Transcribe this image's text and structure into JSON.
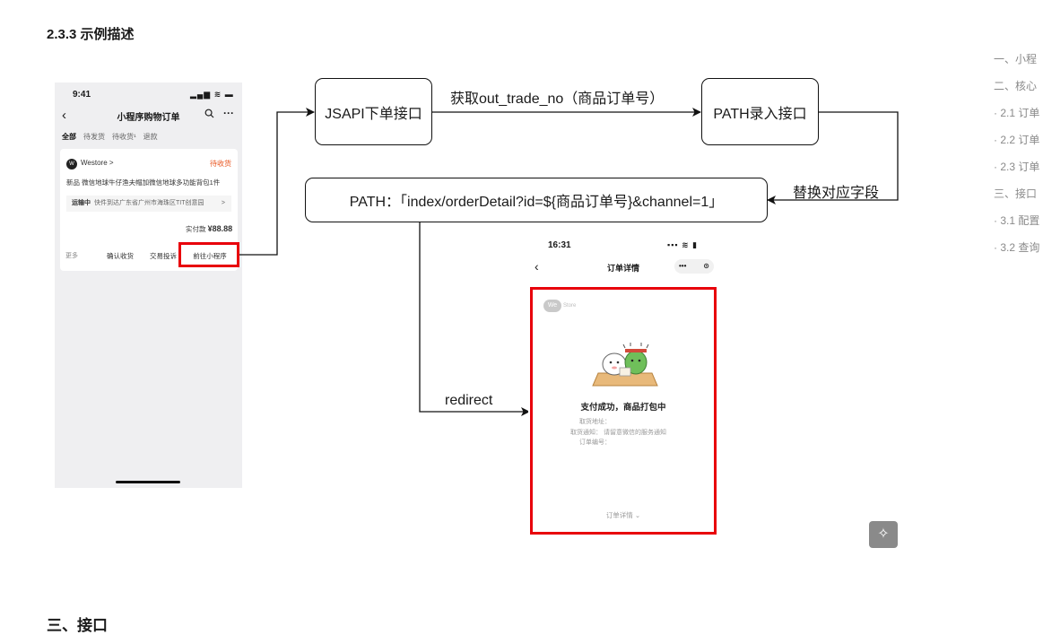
{
  "doc": {
    "section_heading": "2.3.3 示例描述",
    "next_heading": "三、接口"
  },
  "toc": {
    "items": [
      "一、小程",
      "二、核心",
      "· 2.1 订单",
      "· 2.2 订单",
      "· 2.3 订单",
      "三、接口",
      "· 3.1 配置",
      "· 3.2 查询"
    ]
  },
  "phone_orders": {
    "time": "9:41",
    "status_icons": "▂▄▆ ≋ ▬",
    "back_icon": "back-chevron-icon",
    "title": "小程序购物订单",
    "tabs": [
      "全部",
      "待发货",
      "待收货¹",
      "退款"
    ],
    "store_logo": "W",
    "store_name": "Westore >",
    "order_status": "待收货",
    "product": "新品 微信地球牛仔渔夫帽加微信地球多功能背包1件",
    "shipping_state": "运输中",
    "shipping_detail": "快件到达广东省广州市海珠区TIT创意园",
    "shipping_arrow": ">",
    "pay_label": "实付款",
    "pay_amount": "¥88.88",
    "more_label": "更多",
    "btn_confirm": "确认收货",
    "btn_complaint": "交易投诉",
    "btn_goto": "前往小程序"
  },
  "diagram": {
    "node_jsapi": "JSAPI下单接口",
    "node_path_entry": "PATH录入接口",
    "node_path_value": "PATH：「index/orderDetail?id=${商品订单号}&channel=1」",
    "edge_get_out_trade_no": "获取out_trade_no（商品订单号）",
    "edge_replace_fields": "替换对应字段",
    "edge_redirect": "redirect"
  },
  "phone_detail": {
    "time": "16:31",
    "status_icons": "▪▪▪ ≋ ▮",
    "title": "订单详情",
    "capsule_left": "•••",
    "capsule_right": "⊙",
    "store_logo": "We",
    "store_text": "Store",
    "success_text": "支付成功，商品打包中",
    "pickup_address": "取货地址：",
    "pickup_notice": "取货通知：  请留意微信的服务通知",
    "order_number": "订单编号：",
    "detail_link": "订单详情 ⌄"
  },
  "colors": {
    "red_highlight": "#e8000b",
    "status_orange": "#e8541e"
  },
  "magic_icon": "✧"
}
